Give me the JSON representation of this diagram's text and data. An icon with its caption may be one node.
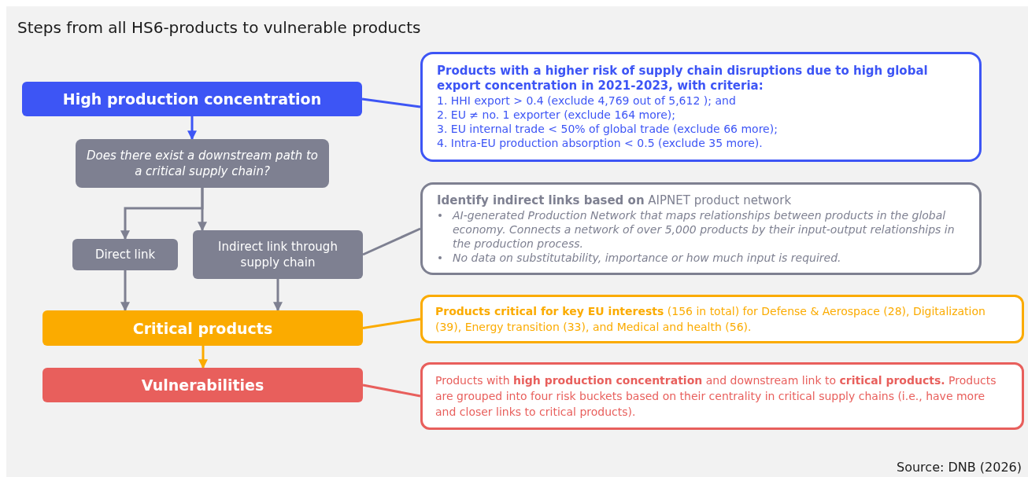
{
  "diagram": {
    "title": "Steps from all HS6-products to vulnerable products",
    "nodes": [
      {
        "text": [
          "High production concentration"
        ]
      },
      {
        "text": [
          "Does there exist a downstream path to a critical supply chain?"
        ]
      },
      {
        "text": [
          "Direct link"
        ]
      },
      {
        "text": [
          "Indirect link through supply chain"
        ]
      },
      {
        "text": [
          "Critical products"
        ]
      },
      {
        "text": [
          "Vulnerabilities"
        ]
      },
      {
        "text": [
          "Products with a higher risk of supply chain disruptions due to high global export concentration in 2021-2023, with criteria:",
          "1. HHI export > 0.4 (exclude 4,769 out of 5,612 ); and",
          "2. EU ≠ no. 1 exporter (exclude 164 more);",
          "3. EU internal trade < 50% of global trade (exclude 66 more);",
          "4. Intra-EU production absorption < 0.5 (exclude 35 more)."
        ]
      },
      {
        "text": [
          "**Identify indirect links based on** AIPNET product network",
          "AI-generated Production Network that maps relationships between products in the global economy. Connects a network of over 5,000 products by their input-output relationships in the production process.",
          "No data on substitutability, importance or how much input is required."
        ]
      },
      {
        "text": [
          "**Products critical for key EU interests** (156 in total) for Defense & Aerospace (28), Digitalization (39), Energy transition (33), and Medical and health (56)."
        ]
      },
      {
        "text": [
          "Products with **high production concentration** and downstream link to **critical products.** Products are grouped into four risk buckets based on their centrality in critical supply chains (i.e., have more and closer links to critical products)."
        ]
      }
    ],
    "edges": [
      {
        "from": 0,
        "to": 1,
        "arrow": "to",
        "color": "#3d55f5"
      },
      {
        "from": 1,
        "to": 2,
        "arrow": "to"
      },
      {
        "from": 1,
        "to": 3,
        "arrow": "to"
      },
      {
        "from": 2,
        "to": 4,
        "arrow": "to"
      },
      {
        "from": 3,
        "to": 4,
        "arrow": "to"
      },
      {
        "from": 4,
        "to": 5,
        "arrow": "to",
        "color": "#fbab00"
      },
      {
        "from": 0,
        "to": 6,
        "arrow": "none",
        "color": "#3d55f5"
      },
      {
        "from": 3,
        "to": 7,
        "arrow": "none"
      },
      {
        "from": 4,
        "to": 8,
        "arrow": "none",
        "color": "#fbab00"
      },
      {
        "from": 5,
        "to": 9,
        "arrow": "none",
        "color": "#e85f5c"
      }
    ],
    "labels": [
      "Source: DNB (2026)"
    ]
  }
}
